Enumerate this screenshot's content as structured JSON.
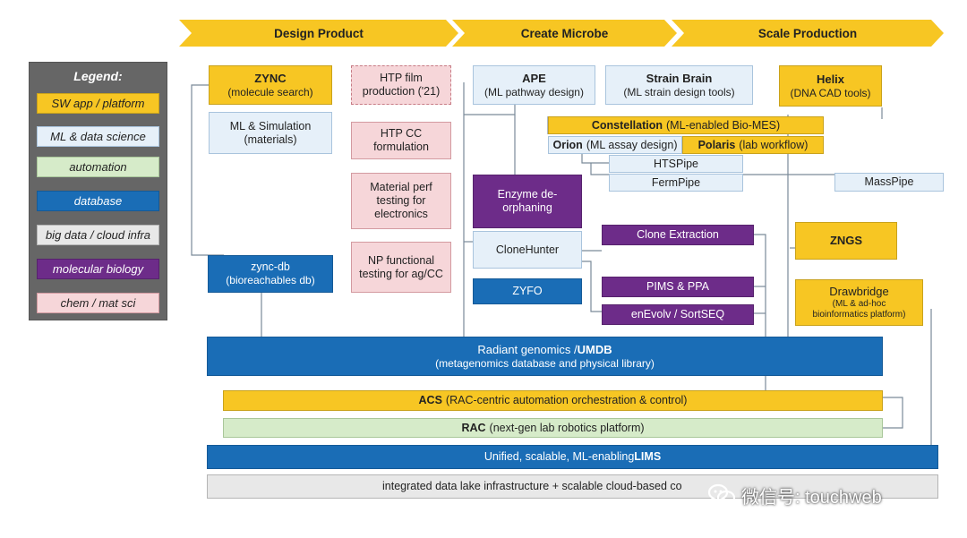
{
  "lanes": [
    "Design Product",
    "Create Microbe",
    "Scale Production"
  ],
  "legend": {
    "title": "Legend:",
    "items": [
      "SW app / platform",
      "ML & data science",
      "automation",
      "database",
      "big data / cloud infra",
      "molecular biology",
      "chem / mat sci"
    ]
  },
  "boxes": {
    "zync": {
      "title": "ZYNC",
      "sub": "(molecule search)"
    },
    "ml_sim": {
      "title": "ML & Simulation",
      "sub": "(materials)"
    },
    "zync_db": {
      "title": "zync-db",
      "sub": "(bioreachables db)"
    },
    "htp_film": {
      "title": "HTP film",
      "sub": "production ('21)"
    },
    "htp_cc": {
      "title": "HTP CC",
      "sub": "formulation"
    },
    "material_perf": {
      "line1": "Material perf",
      "line2": "testing for",
      "line3": "electronics"
    },
    "np_functional": {
      "line1": "NP functional",
      "line2": "testing for ag/CC"
    },
    "ape": {
      "title": "APE",
      "sub": "(ML pathway design)"
    },
    "strain_brain": {
      "title": "Strain Brain",
      "sub": "(ML strain design tools)"
    },
    "helix": {
      "title": "Helix",
      "sub": "(DNA CAD tools)"
    },
    "constellation": {
      "bold": "Constellation",
      "rest": "(ML-enabled Bio-MES)"
    },
    "orion": {
      "bold": "Orion",
      "rest": "(ML assay design)"
    },
    "polaris": {
      "bold": "Polaris",
      "rest": "(lab workflow)"
    },
    "htspipe": "HTSPipe",
    "fermpipe": "FermPipe",
    "masspipe": "MassPipe",
    "enzyme": {
      "line1": "Enzyme de-",
      "line2": "orphaning"
    },
    "clonehunter": "CloneHunter",
    "zyfo": "ZYFO",
    "clone_extraction": "Clone Extraction",
    "pims": "PIMS & PPA",
    "enevolv": "enEvolv / SortSEQ",
    "zngs": "ZNGS",
    "drawbridge": {
      "title": "Drawbridge",
      "line1": "(ML & ad-hoc",
      "line2": "bioinformatics platform)"
    },
    "umdb": {
      "normal": "Radiant genomics / ",
      "bold": "UMDB",
      "sub": "(metagenomics database and physical library)"
    },
    "acs": {
      "bold": "ACS",
      "rest": "(RAC-centric automation orchestration & control)"
    },
    "rac": {
      "bold": "RAC",
      "rest": "(next-gen lab robotics platform)"
    },
    "lims": {
      "normal": "Unified, scalable, ML-enabling ",
      "bold": "LIMS"
    },
    "datalake": "integrated data lake infrastructure + scalable cloud-based co"
  },
  "watermark": "微信号: touchweb",
  "colors": {
    "sw": "#f7c623",
    "ml": "#e6f0f9",
    "auto": "#d6ebc9",
    "db": "#1a6db6",
    "big": "#e8e8e8",
    "mol": "#6d2c89",
    "chem": "#f6d6d9",
    "legend_bg": "#666666"
  }
}
